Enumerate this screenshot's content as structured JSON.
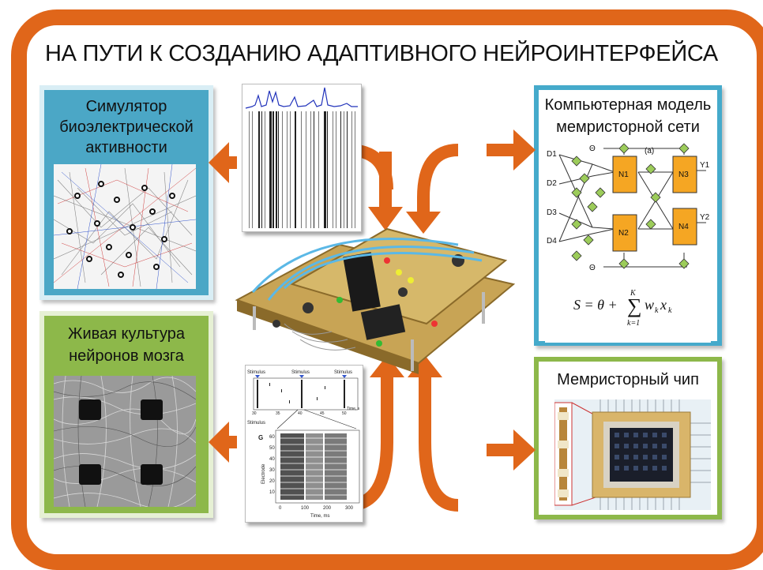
{
  "title": "НА ПУТИ К СОЗДАНИЮ АДАПТИВНОГО НЕЙРОИНТЕРФЕЙСА",
  "panels": {
    "simulator": {
      "line1": "Симулятор",
      "line2": "биоэлектрической",
      "line3": "активности"
    },
    "culture": {
      "line1": "Живая культура",
      "line2": "нейронов мозга"
    },
    "model": {
      "line1": "Компьютерная модель",
      "line2": "мемристорной сети"
    },
    "chip": {
      "line1": "Мемристорный чип"
    }
  },
  "network": {
    "inputs": [
      "D1",
      "D2",
      "D3",
      "D4"
    ],
    "neurons": [
      "N1",
      "N2",
      "N3",
      "N4"
    ],
    "outputs": [
      "Y1",
      "Y2"
    ],
    "theta": "Θ",
    "caption": "(a)",
    "formula": "S = θ + Σ w_k x_k, k=1..K"
  },
  "response_plot": {
    "stimulus_label": "Stimulus",
    "panel_letter": "G",
    "top_ticks": [
      "30",
      "35",
      "40",
      "45",
      "50"
    ],
    "top_time_label": "Time, s",
    "y_label": "Electrode",
    "y_ticks": [
      "60",
      "50",
      "40",
      "30",
      "20",
      "10"
    ],
    "x_ticks": [
      "0",
      "100",
      "200",
      "300"
    ],
    "x_label": "Time, ms"
  },
  "colors": {
    "frame": "#e0661a",
    "arrow": "#e0661a",
    "simulator_bg": "#4ba7c6",
    "culture_bg": "#8db84a",
    "model_border": "#45aacb",
    "chip_border": "#8db84a",
    "neuron_fill": "#f5a623",
    "synapse_fill": "#9ccc5a"
  }
}
